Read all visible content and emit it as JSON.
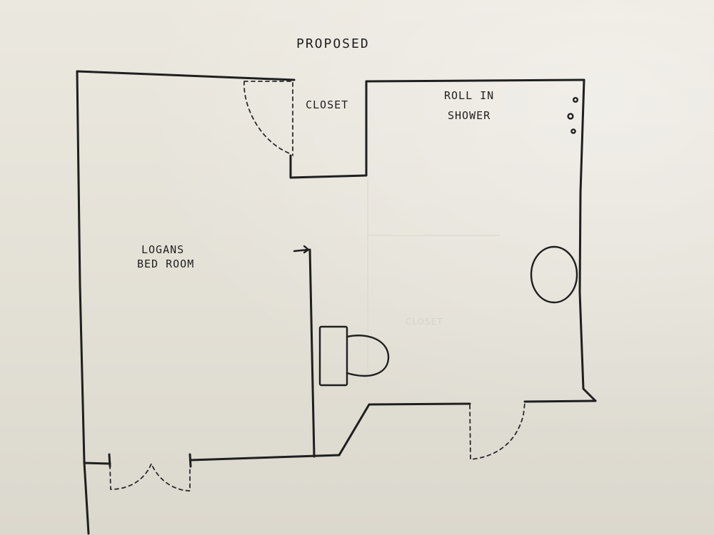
{
  "title": "PROPOSED",
  "rooms": {
    "closet": "CLOSET",
    "shower_line1": "ROLL IN",
    "shower_line2": "SHOWER",
    "bedroom_line1": "LOGANS",
    "bedroom_line2": "BED ROOM"
  },
  "ghost_text": "CLOSET"
}
